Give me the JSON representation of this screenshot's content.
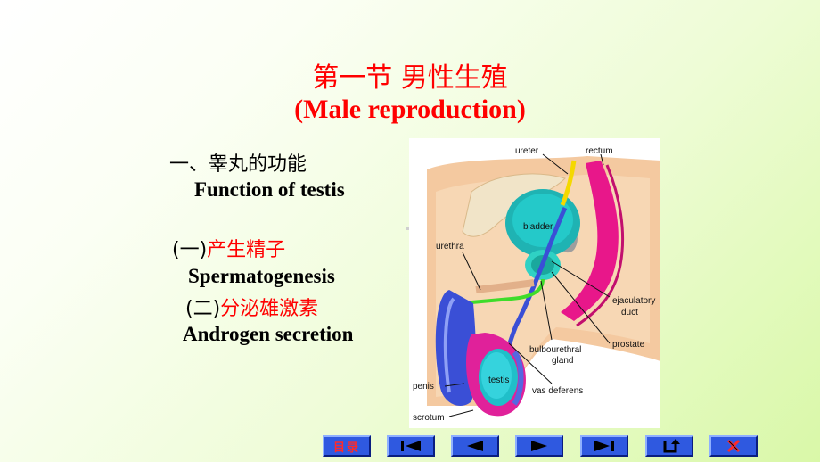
{
  "title": {
    "chinese": "第一节 男性生殖",
    "english": "(Male reproduction)"
  },
  "section1": {
    "heading_cn": "一、睾丸的功能",
    "heading_en": "Function of testis"
  },
  "item1": {
    "marker": "(一)",
    "label_cn": "产生精子",
    "label_en": "Spermatogenesis"
  },
  "item2": {
    "marker": "(二)",
    "label_cn": "分泌雄激素",
    "label_en": "Androgen secretion"
  },
  "figure": {
    "labels": {
      "ureter": "ureter",
      "rectum": "rectum",
      "bladder": "bladder",
      "urethra": "urethra",
      "ejaculatory": "ejaculatory",
      "duct": "duct",
      "prostate": "prostate",
      "bulbourethral": "bulbourethral",
      "gland": "gland",
      "testis": "testis",
      "penis": "penis",
      "vas_deferens": "vas deferens",
      "scrotum": "scrotum"
    }
  },
  "nav": {
    "menu_label": "目录",
    "buttons": [
      "menu",
      "first",
      "previous",
      "next",
      "last",
      "return",
      "exit"
    ]
  },
  "colors": {
    "title": "#ff0000",
    "button_fill": "#2f59e0",
    "button_border": "#0a1e80"
  }
}
